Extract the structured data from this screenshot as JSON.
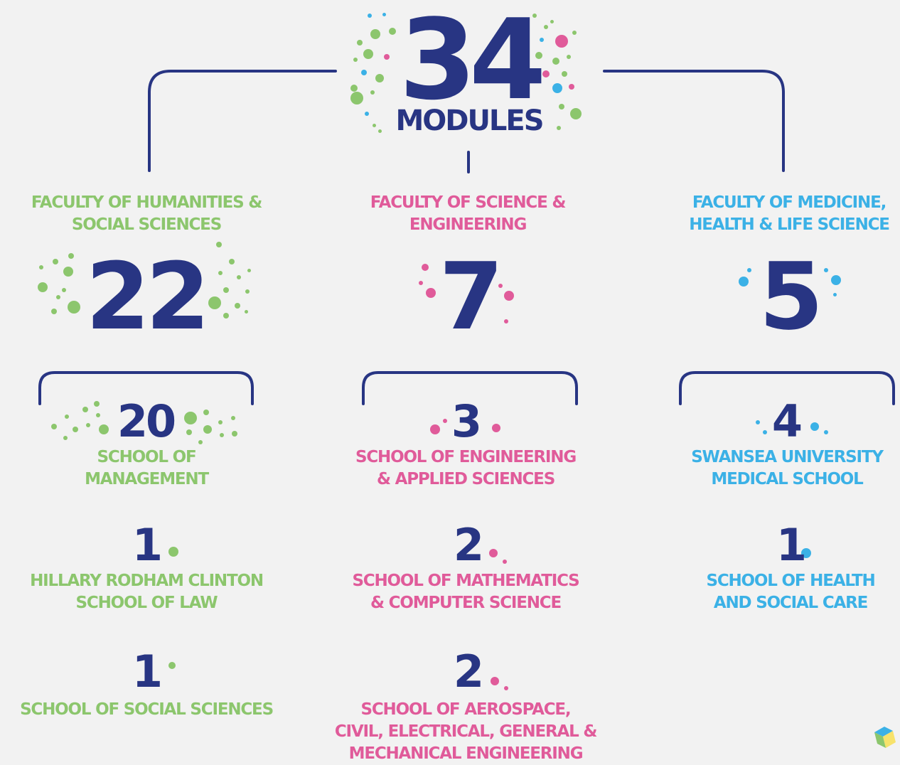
{
  "total": {
    "value": "34",
    "label": "MODULES"
  },
  "colors": {
    "navy": "#283583",
    "green": "#8cc66d",
    "pink": "#e05b9a",
    "blue": "#3bb1e6"
  },
  "faculties": [
    {
      "name_line1": "FACULTY OF HUMANITIES &",
      "name_line2": "SOCIAL SCIENCES",
      "count": "22",
      "schools": [
        {
          "count": "20",
          "name_line1": "SCHOOL OF",
          "name_line2": "MANAGEMENT"
        },
        {
          "count": "1",
          "name_line1": "HILLARY RODHAM CLINTON",
          "name_line2": "SCHOOL OF LAW"
        },
        {
          "count": "1",
          "name_line1": "SCHOOL OF SOCIAL SCIENCES"
        }
      ]
    },
    {
      "name_line1": "FACULTY OF SCIENCE &",
      "name_line2": "ENGINEERING",
      "count": "7",
      "schools": [
        {
          "count": "3",
          "name_line1": "SCHOOL OF ENGINEERING",
          "name_line2": "& APPLIED SCIENCES"
        },
        {
          "count": "2",
          "name_line1": "SCHOOL OF MATHEMATICS",
          "name_line2": "& COMPUTER SCIENCE"
        },
        {
          "count": "2",
          "name_line1": "SCHOOL OF AEROSPACE,",
          "name_line2": "CIVIL, ELECTRICAL, GENERAL &",
          "name_line3": "MECHANICAL ENGINEERING"
        }
      ]
    },
    {
      "name_line1": "FACULTY OF MEDICINE,",
      "name_line2": "HEALTH & LIFE SCIENCE",
      "count": "5",
      "schools": [
        {
          "count": "4",
          "name_line1": "SWANSEA UNIVERSITY",
          "name_line2": "MEDICAL SCHOOL"
        },
        {
          "count": "1",
          "name_line1": "SCHOOL OF HEALTH",
          "name_line2": "AND SOCIAL CARE"
        }
      ]
    }
  ]
}
